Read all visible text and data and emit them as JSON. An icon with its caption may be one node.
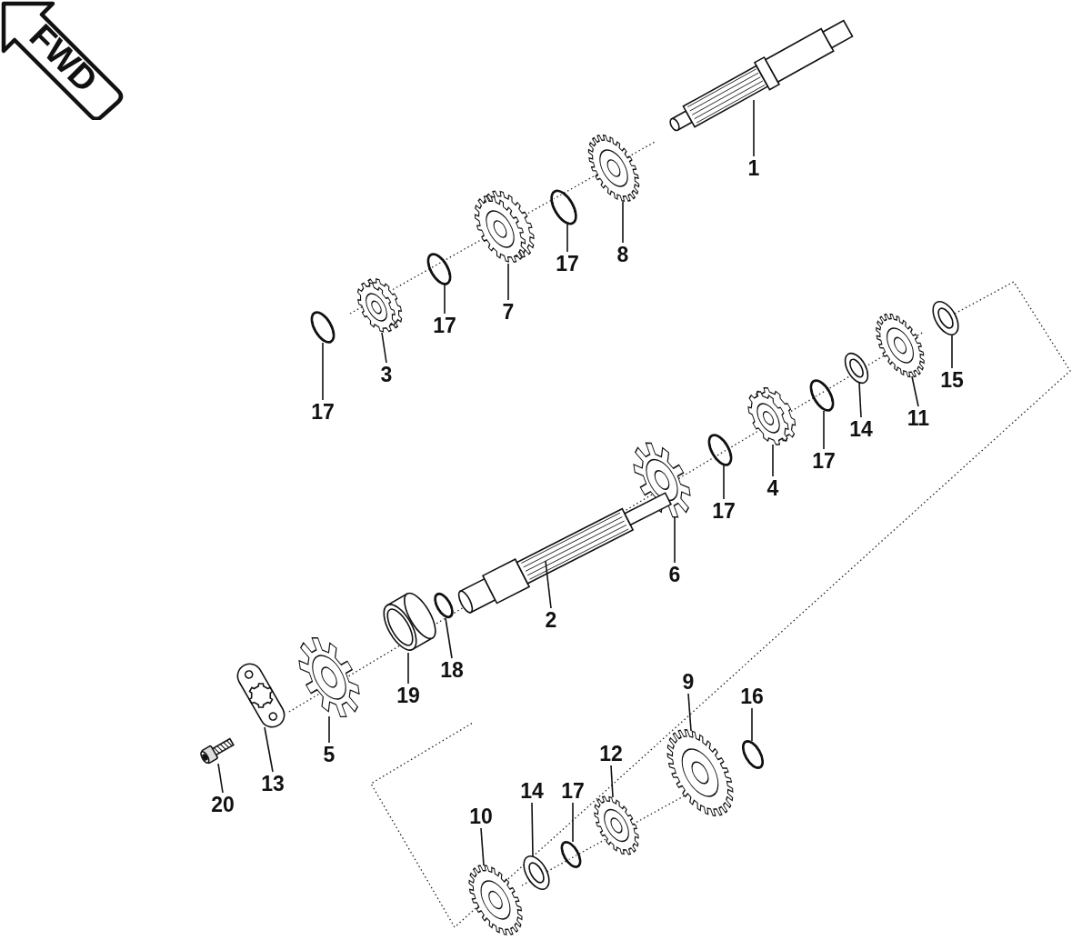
{
  "diagram": {
    "nodes": [
      {
        "text": [
          "FWD"
        ]
      },
      {
        "text": [
          "1"
        ]
      },
      {
        "text": [
          "8"
        ]
      },
      {
        "text": [
          "17"
        ]
      },
      {
        "text": [
          "7"
        ]
      },
      {
        "text": [
          "17"
        ]
      },
      {
        "text": [
          "3"
        ]
      },
      {
        "text": [
          "15"
        ]
      },
      {
        "text": [
          "17"
        ]
      },
      {
        "text": [
          "11"
        ]
      },
      {
        "text": [
          "14"
        ]
      },
      {
        "text": [
          "17"
        ]
      },
      {
        "text": [
          "4"
        ]
      },
      {
        "text": [
          "17"
        ]
      },
      {
        "text": [
          "6"
        ]
      },
      {
        "text": [
          "2"
        ]
      },
      {
        "text": [
          "18"
        ]
      },
      {
        "text": [
          "9"
        ]
      },
      {
        "text": [
          "19"
        ]
      },
      {
        "text": [
          "16"
        ]
      },
      {
        "text": [
          "5"
        ]
      },
      {
        "text": [
          "12"
        ]
      },
      {
        "text": [
          "13"
        ]
      },
      {
        "text": [
          "14"
        ]
      },
      {
        "text": [
          "17"
        ]
      },
      {
        "text": [
          "20"
        ]
      },
      {
        "text": [
          "10"
        ]
      },
      {
        "text": [],
        "shape": "picture"
      },
      {
        "text": [],
        "shape": "picture"
      },
      {
        "text": [],
        "shape": "picture"
      },
      {
        "text": [],
        "shape": "picture"
      },
      {
        "text": [],
        "shape": "picture"
      },
      {
        "text": [],
        "shape": "picture"
      },
      {
        "text": [],
        "shape": "picture"
      },
      {
        "text": [],
        "shape": "picture"
      },
      {
        "text": [],
        "shape": "picture"
      },
      {
        "text": [],
        "shape": "picture"
      },
      {
        "text": [],
        "shape": "picture"
      },
      {
        "text": [],
        "shape": "picture"
      },
      {
        "text": [],
        "shape": "picture"
      },
      {
        "text": [],
        "shape": "picture"
      },
      {
        "text": [],
        "shape": "picture"
      },
      {
        "text": [],
        "shape": "picture"
      },
      {
        "text": [],
        "shape": "picture"
      },
      {
        "text": [],
        "shape": "picture"
      },
      {
        "text": [],
        "shape": "picture"
      },
      {
        "text": [],
        "shape": "picture"
      },
      {
        "text": [],
        "shape": "picture"
      },
      {
        "text": [],
        "shape": "picture"
      },
      {
        "text": [],
        "shape": "picture"
      },
      {
        "text": [],
        "shape": "picture"
      },
      {
        "text": [],
        "shape": "picture"
      },
      {
        "text": [],
        "shape": "picture"
      }
    ],
    "edges": [
      {
        "from": 1,
        "to": 27,
        "arrow": "none"
      },
      {
        "from": 2,
        "to": 28,
        "arrow": "none"
      },
      {
        "from": 3,
        "to": 29,
        "arrow": "none"
      },
      {
        "from": 4,
        "to": 30,
        "arrow": "none"
      },
      {
        "from": 5,
        "to": 31,
        "arrow": "none"
      },
      {
        "from": 6,
        "to": 32,
        "arrow": "none"
      },
      {
        "from": 7,
        "to": 33,
        "arrow": "none"
      },
      {
        "from": 8,
        "to": 34,
        "arrow": "none"
      },
      {
        "from": 9,
        "to": 35,
        "arrow": "none"
      },
      {
        "from": 10,
        "to": 36,
        "arrow": "none"
      },
      {
        "from": 11,
        "to": 37,
        "arrow": "none"
      },
      {
        "from": 12,
        "to": 38,
        "arrow": "none"
      },
      {
        "from": 13,
        "to": 39,
        "arrow": "none"
      },
      {
        "from": 14,
        "to": 40,
        "arrow": "none"
      },
      {
        "from": 15,
        "to": 41,
        "arrow": "none"
      },
      {
        "from": 16,
        "to": 42,
        "arrow": "none"
      },
      {
        "from": 17,
        "to": 43,
        "arrow": "none"
      },
      {
        "from": 18,
        "to": 44,
        "arrow": "none"
      },
      {
        "from": 19,
        "to": 45,
        "arrow": "none"
      },
      {
        "from": 20,
        "to": 46,
        "arrow": "none"
      },
      {
        "from": 21,
        "to": 47,
        "arrow": "none"
      },
      {
        "from": 22,
        "to": 48,
        "arrow": "none"
      },
      {
        "from": 23,
        "to": 49,
        "arrow": "none"
      },
      {
        "from": 24,
        "to": 50,
        "arrow": "none"
      },
      {
        "from": 25,
        "to": 51,
        "arrow": "none"
      },
      {
        "from": 26,
        "to": 52,
        "arrow": "none"
      }
    ]
  }
}
